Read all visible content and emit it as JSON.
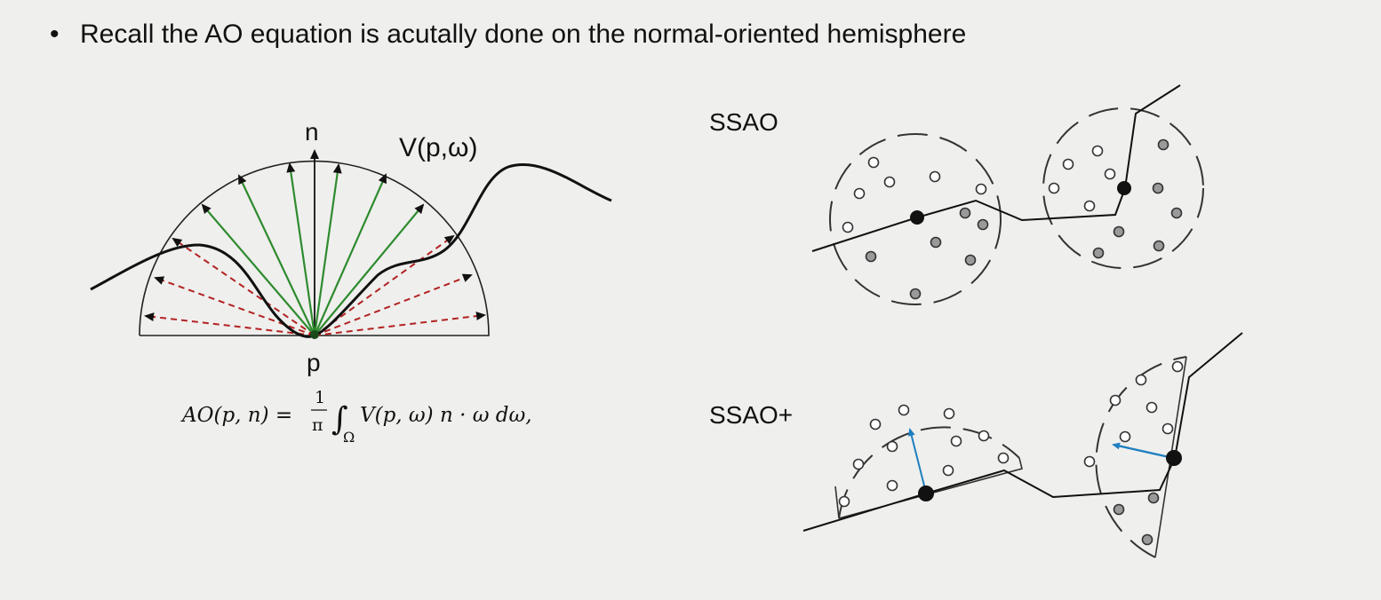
{
  "bullet": "Recall the AO equation is acutally done on the normal-oriented hemisphere",
  "bullet_marker": "•",
  "hemi": {
    "n_label": "n",
    "v_label": "V(p,ω)",
    "p_label": "p"
  },
  "equation": {
    "lhs": "AO(p, n) =",
    "frac_num": "1",
    "frac_den": "π",
    "integral": "∫",
    "domain": "Ω",
    "rhs": "V(p, ω) n · ω dω,"
  },
  "ssao_label": "SSAO",
  "ssao_plus_label": "SSAO+",
  "colors": {
    "background": "#efefed",
    "unoccluded_ray": "#2e8b2e",
    "occluded_ray": "#b22222",
    "normal_arrow": "#1f7fc0",
    "occluded_sample": "#9a9a9a",
    "line": "#111111"
  }
}
